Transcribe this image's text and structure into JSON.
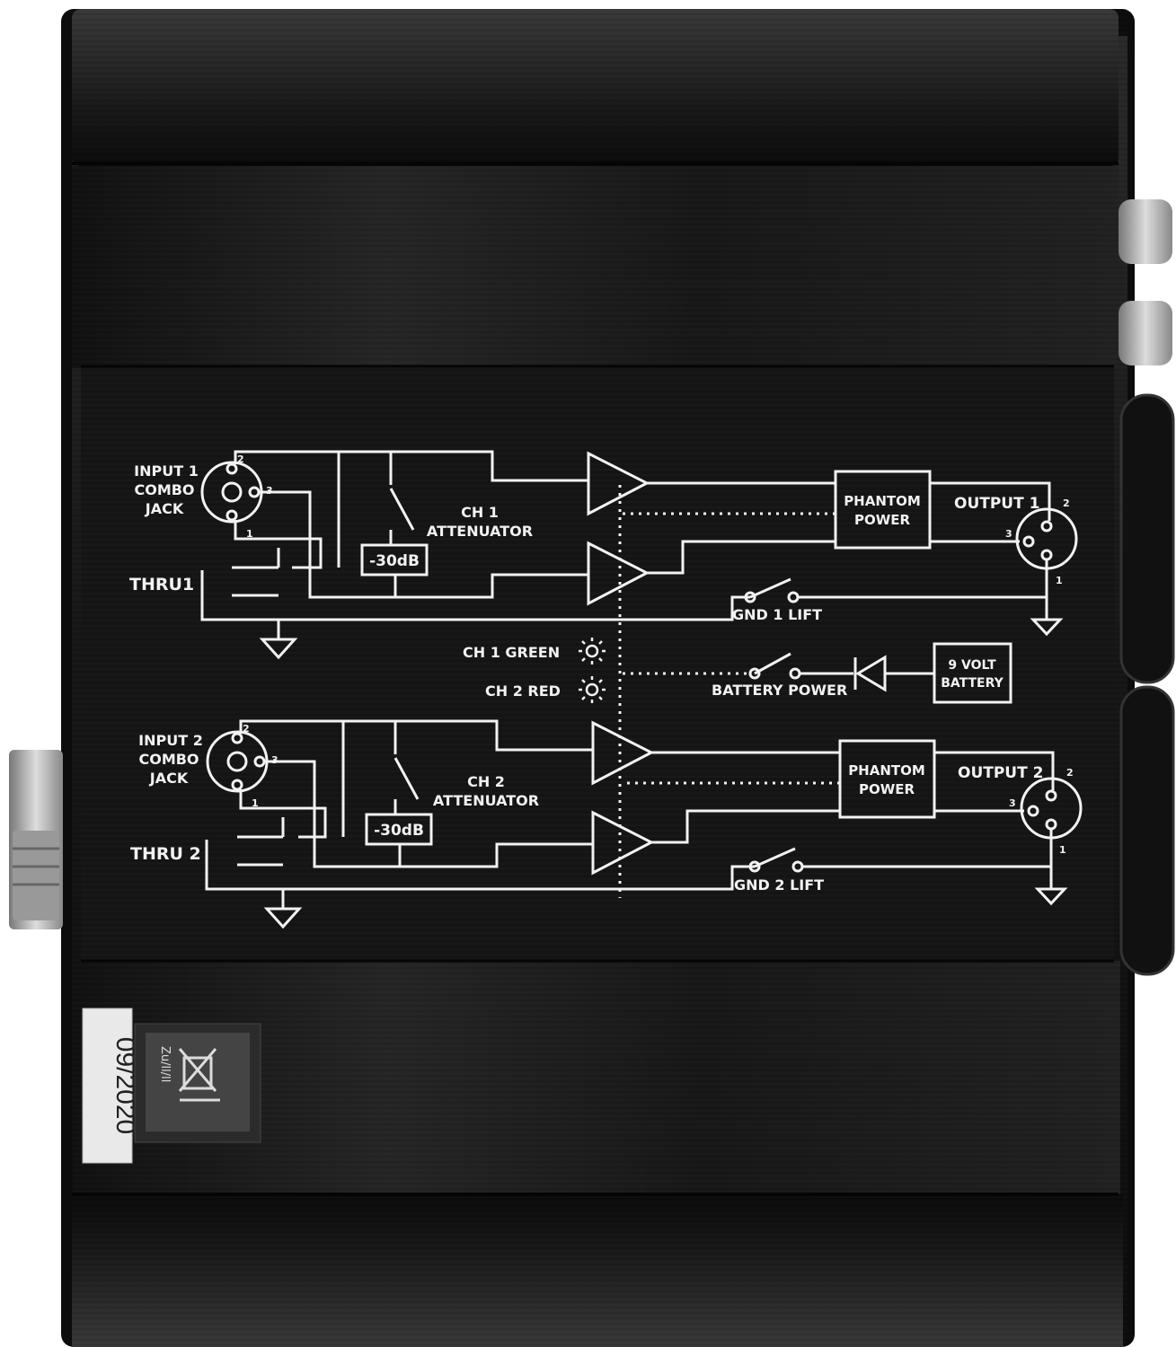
{
  "device": {
    "inputs": [
      {
        "label_line1": "INPUT 1",
        "label_line2": "COMBO",
        "label_line3": "JACK"
      },
      {
        "label_line1": "INPUT 2",
        "label_line2": "COMBO",
        "label_line3": "JACK"
      }
    ],
    "thru": [
      "THRU1",
      "THRU 2"
    ],
    "attenuators": [
      {
        "line1": "CH 1",
        "line2": "ATTENUATOR",
        "pad": "-30dB"
      },
      {
        "line1": "CH 2",
        "line2": "ATTENUATOR",
        "pad": "-30dB"
      }
    ],
    "phantom": [
      {
        "line1": "PHANTOM",
        "line2": "POWER"
      },
      {
        "line1": "PHANTOM",
        "line2": "POWER"
      }
    ],
    "outputs": [
      "OUTPUT 1",
      "OUTPUT 2"
    ],
    "gnd_lifts": [
      "GND 1 LIFT",
      "GND 2 LIFT"
    ],
    "leds": [
      "CH 1 GREEN",
      "CH 2 RED"
    ],
    "battery_power": "BATTERY POWER",
    "battery": {
      "line1": "9 VOLT",
      "line2": "BATTERY"
    },
    "pin_numbers": {
      "p1": "1",
      "p2": "2",
      "p3": "3"
    },
    "sticker_date": "09/2020",
    "sticker_mark": "Zu/ll/ll"
  },
  "colors": {
    "body": "#141414",
    "print": "#f2f2f2",
    "sticker": "#e9e9e9"
  }
}
